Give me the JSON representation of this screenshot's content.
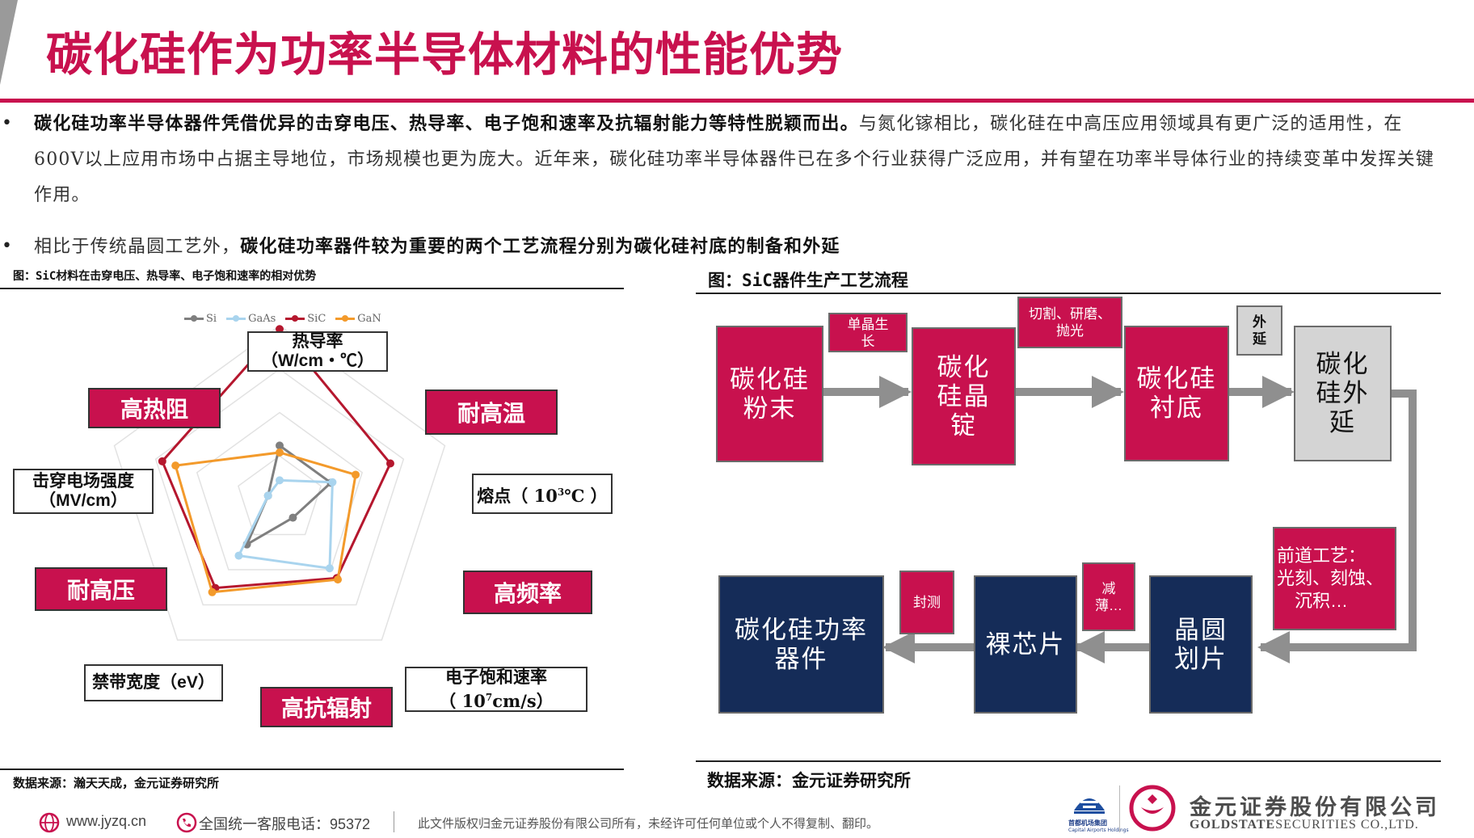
{
  "title": "碳化硅作为功率半导体材料的性能优势",
  "bullets": {
    "b1_bold": "碳化硅功率半导体器件凭借优异的击穿电压、热导率、电子饱和速率及抗辐射能力等特性脱颖而出。",
    "b1_rest": "与氮化镓相比，碳化硅在中高压应用领域具有更广泛的适用性，在600V以上应用市场中占据主导地位，市场规模也更为庞大。近年来，碳化硅功率半导体器件已在多个行业获得广泛应用，并有望在功率半导体行业的持续变革中发挥关键作用。",
    "b2_plain": "相比于传统晶圆工艺外，",
    "b2_bold": "碳化硅功率器件较为重要的两个工艺流程分别为碳化硅衬底的制备和外延"
  },
  "figure_left": {
    "caption": "图：SiC材料在击穿电压、热导率、电子饱和速率的相对优势",
    "source": "数据来源：瀚天天成，金元证券研究所",
    "legend": [
      {
        "name": "Si",
        "color": "#7f7f7f"
      },
      {
        "name": "GaAs",
        "color": "#a9d4ee"
      },
      {
        "name": "SiC",
        "color": "#b5172e"
      },
      {
        "name": "GaN",
        "color": "#f39a2b"
      }
    ],
    "axes": {
      "thermal_line1": "热导率",
      "thermal_line2": "（W/cm・℃）",
      "melt_label": "熔点（ 10",
      "melt_sup": "3",
      "melt_unit": "℃ ）",
      "esat_line1": "电子饱和速率",
      "esat_prefix": "（ 10",
      "esat_sup": "7",
      "esat_unit": "cm/s）",
      "bandgap": "禁带宽度（eV）",
      "breakdown_line1": "击穿电场强度",
      "breakdown_line2": "（MV/cm）"
    },
    "tags": {
      "high_thermal_res": "高热阻",
      "high_temp": "耐高温",
      "high_freq": "高频率",
      "radiation": "高抗辐射",
      "high_voltage": "耐高压"
    },
    "chart_data": {
      "type": "radar",
      "axes": [
        "热导率",
        "熔点",
        "电子饱和速率",
        "禁带宽度",
        "击穿电场强度"
      ],
      "series": [
        {
          "name": "Si",
          "values": [
            0.31,
            0.31,
            0.13,
            0.32,
            0.07
          ]
        },
        {
          "name": "GaAs",
          "values": [
            0.11,
            0.32,
            0.49,
            0.4,
            0.07
          ]
        },
        {
          "name": "SiC",
          "values": [
            0.98,
            0.67,
            0.56,
            0.63,
            0.71
          ]
        },
        {
          "name": "GaN",
          "values": [
            0.27,
            0.46,
            0.57,
            0.66,
            0.63
          ]
        }
      ]
    }
  },
  "figure_right": {
    "caption": "图：SiC器件生产工艺流程",
    "source": "数据来源：金元证券研究所",
    "boxes": {
      "powder": [
        "碳化硅",
        "粉末"
      ],
      "ingot": [
        "碳化",
        "硅晶",
        "锭"
      ],
      "substrate": [
        "碳化硅",
        "衬底"
      ],
      "epi": [
        "碳化",
        "硅外",
        "延"
      ],
      "front": [
        "前道工艺：",
        "光刻、刻蚀、",
        "沉积…"
      ],
      "dicing": [
        "晶圆",
        "划片"
      ],
      "die": [
        "裸芯片"
      ],
      "device": [
        "碳化硅功率",
        "器件"
      ]
    },
    "steps": {
      "grow": [
        "单晶生",
        "长"
      ],
      "cut": [
        "切割、研磨、",
        "抛光"
      ],
      "epi": [
        "外",
        "延"
      ],
      "thin": [
        "减",
        "薄…"
      ],
      "package": "封测"
    }
  },
  "footer": {
    "website": "www.jyzq.cn",
    "hotline": "全国统一客服电话：95372",
    "disclaimer": "此文件版权归金元证券股份有限公司所有，未经许可任何单位或个人不得复制、翻印。",
    "company_cn": "金元证券股份有限公司",
    "company_en_bold": "GOLDSTATE",
    "company_en_rest": "SECURITIES  CO.,LTD.",
    "airport_cn": "首都机场集团",
    "airport_en": "Capital Airports Holdings"
  }
}
